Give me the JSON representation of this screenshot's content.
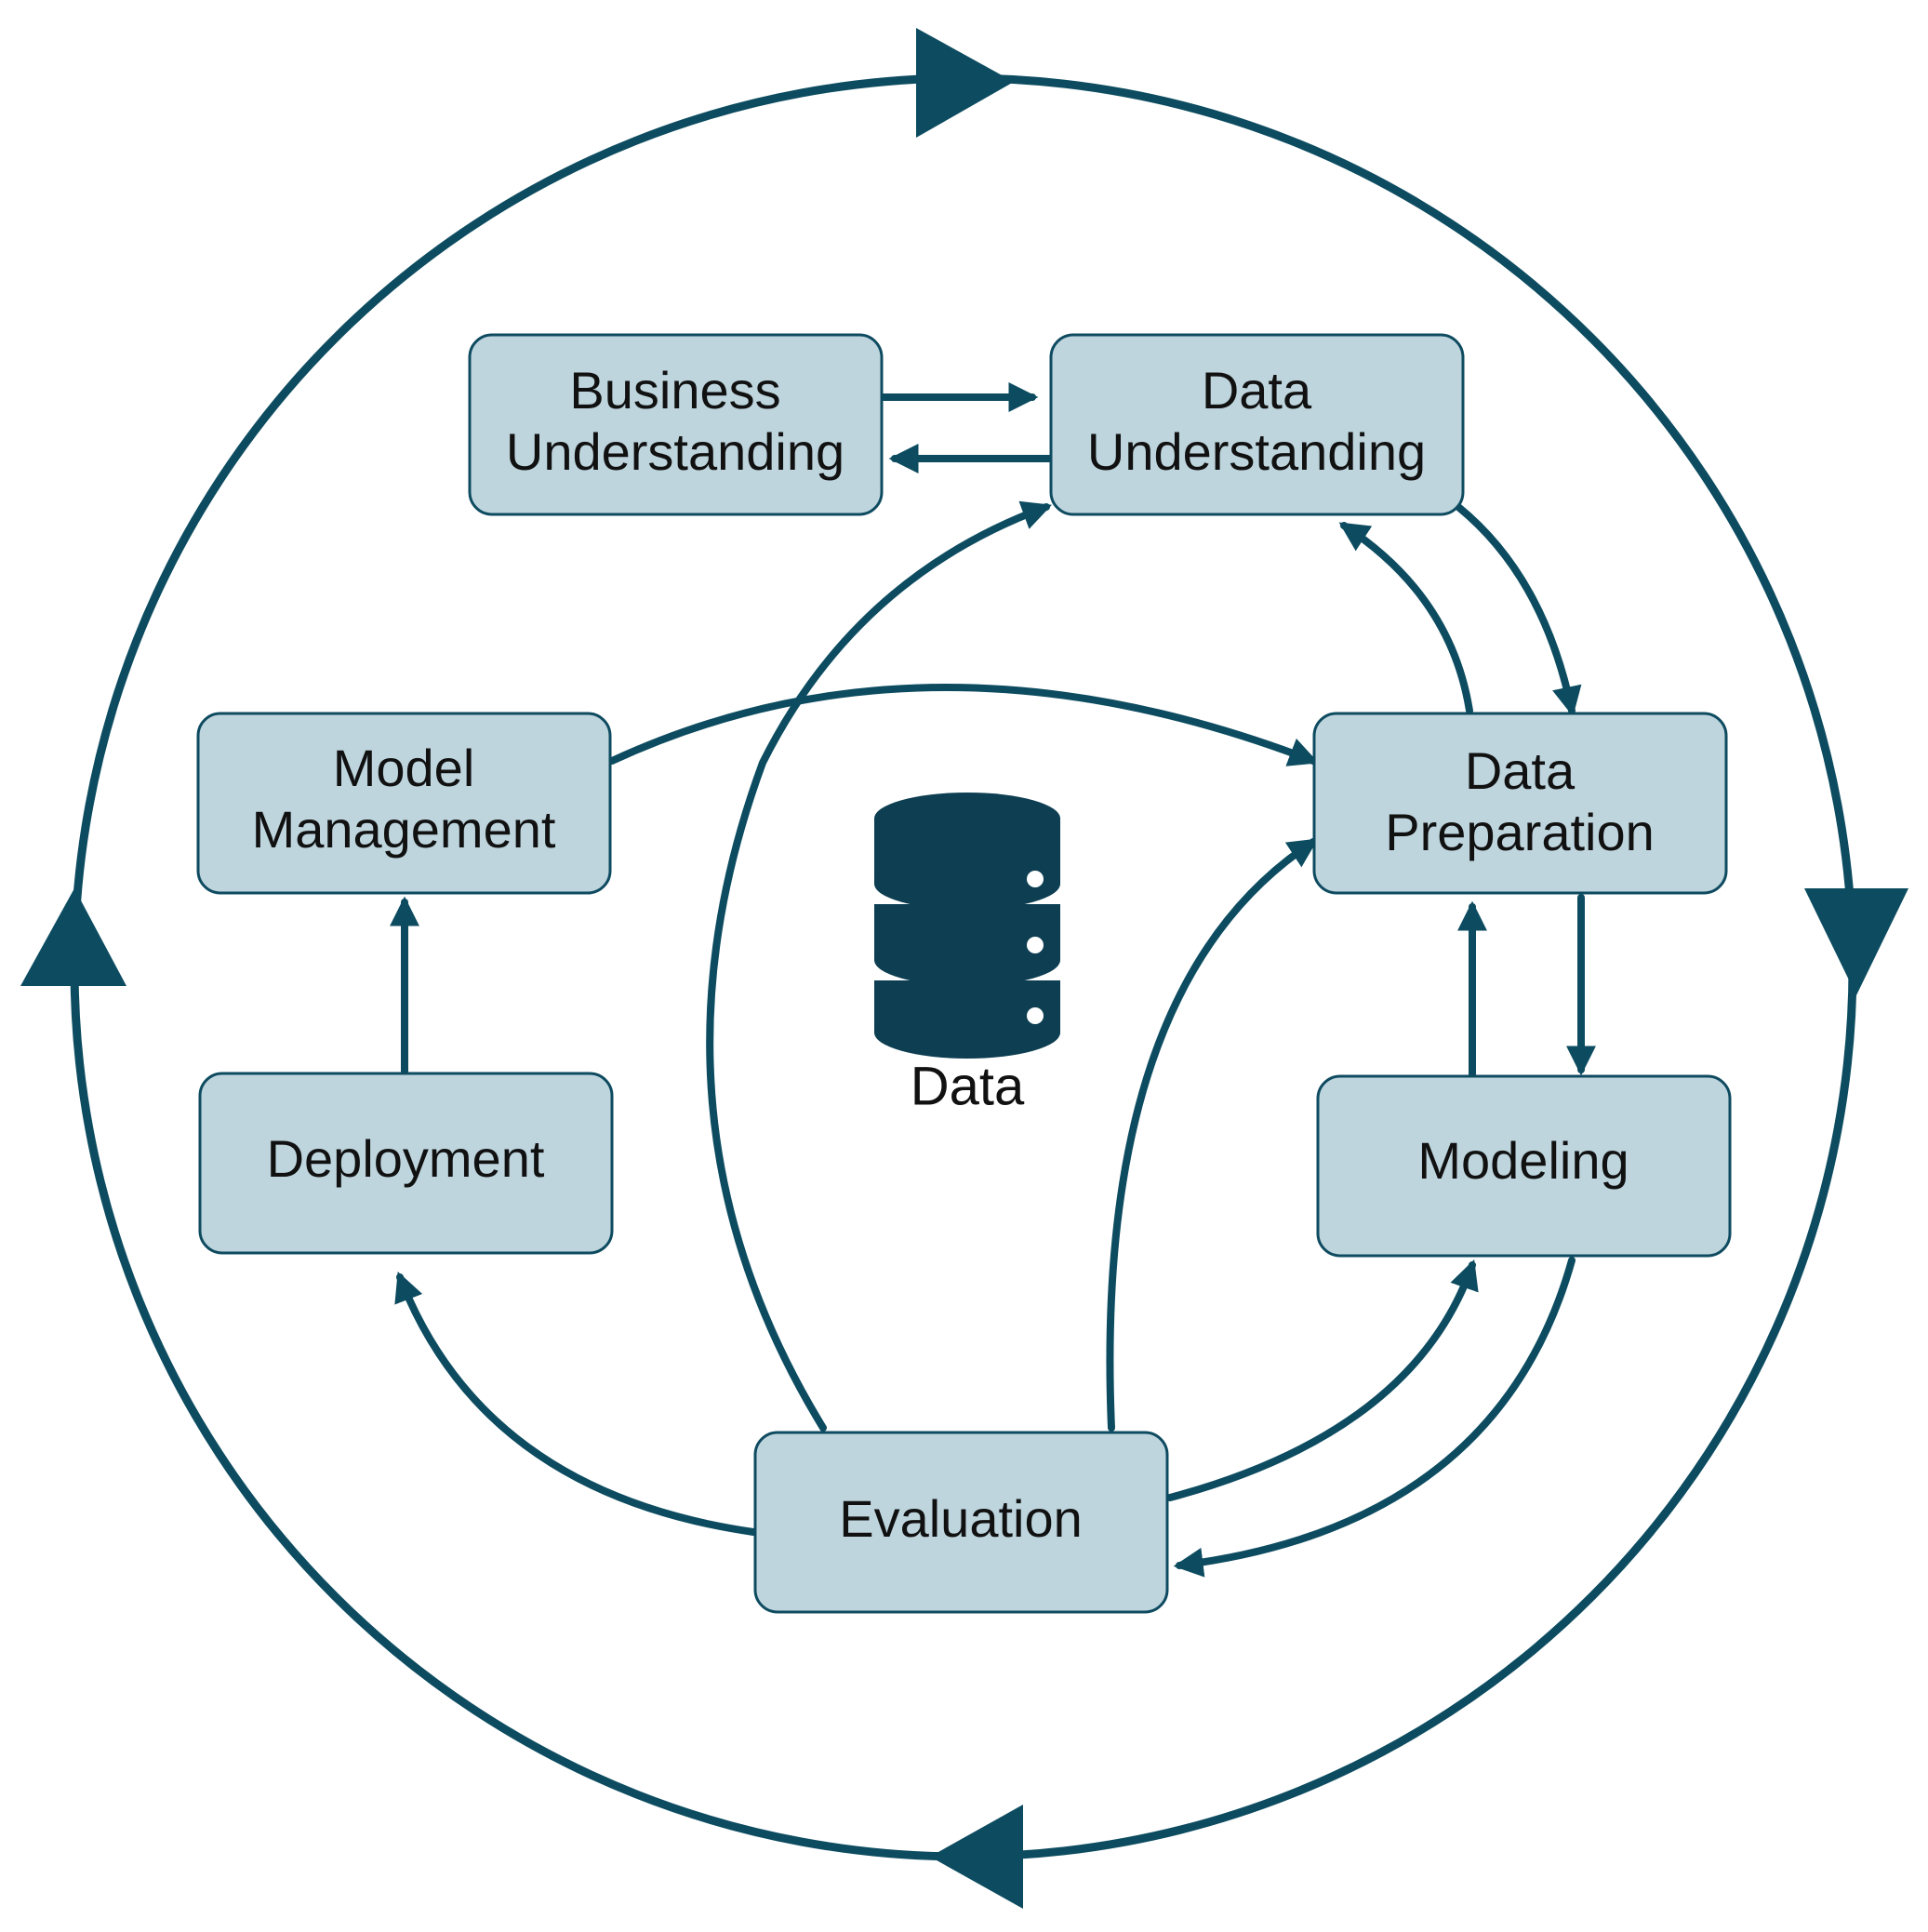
{
  "diagram": {
    "nodes": {
      "business_understanding": {
        "line1": "Business",
        "line2": "Understanding"
      },
      "data_understanding": {
        "line1": "Data",
        "line2": "Understanding"
      },
      "model_management": {
        "line1": "Model",
        "line2": "Management"
      },
      "data_preparation": {
        "line1": "Data",
        "line2": "Preparation"
      },
      "deployment": {
        "label": "Deployment"
      },
      "modeling": {
        "label": "Modeling"
      },
      "evaluation": {
        "label": "Evaluation"
      }
    },
    "center": {
      "icon": "database-icon",
      "label": "Data"
    },
    "colors": {
      "stroke": "#0d4c60",
      "box_fill": "#bed5de",
      "text": "#111111"
    }
  }
}
